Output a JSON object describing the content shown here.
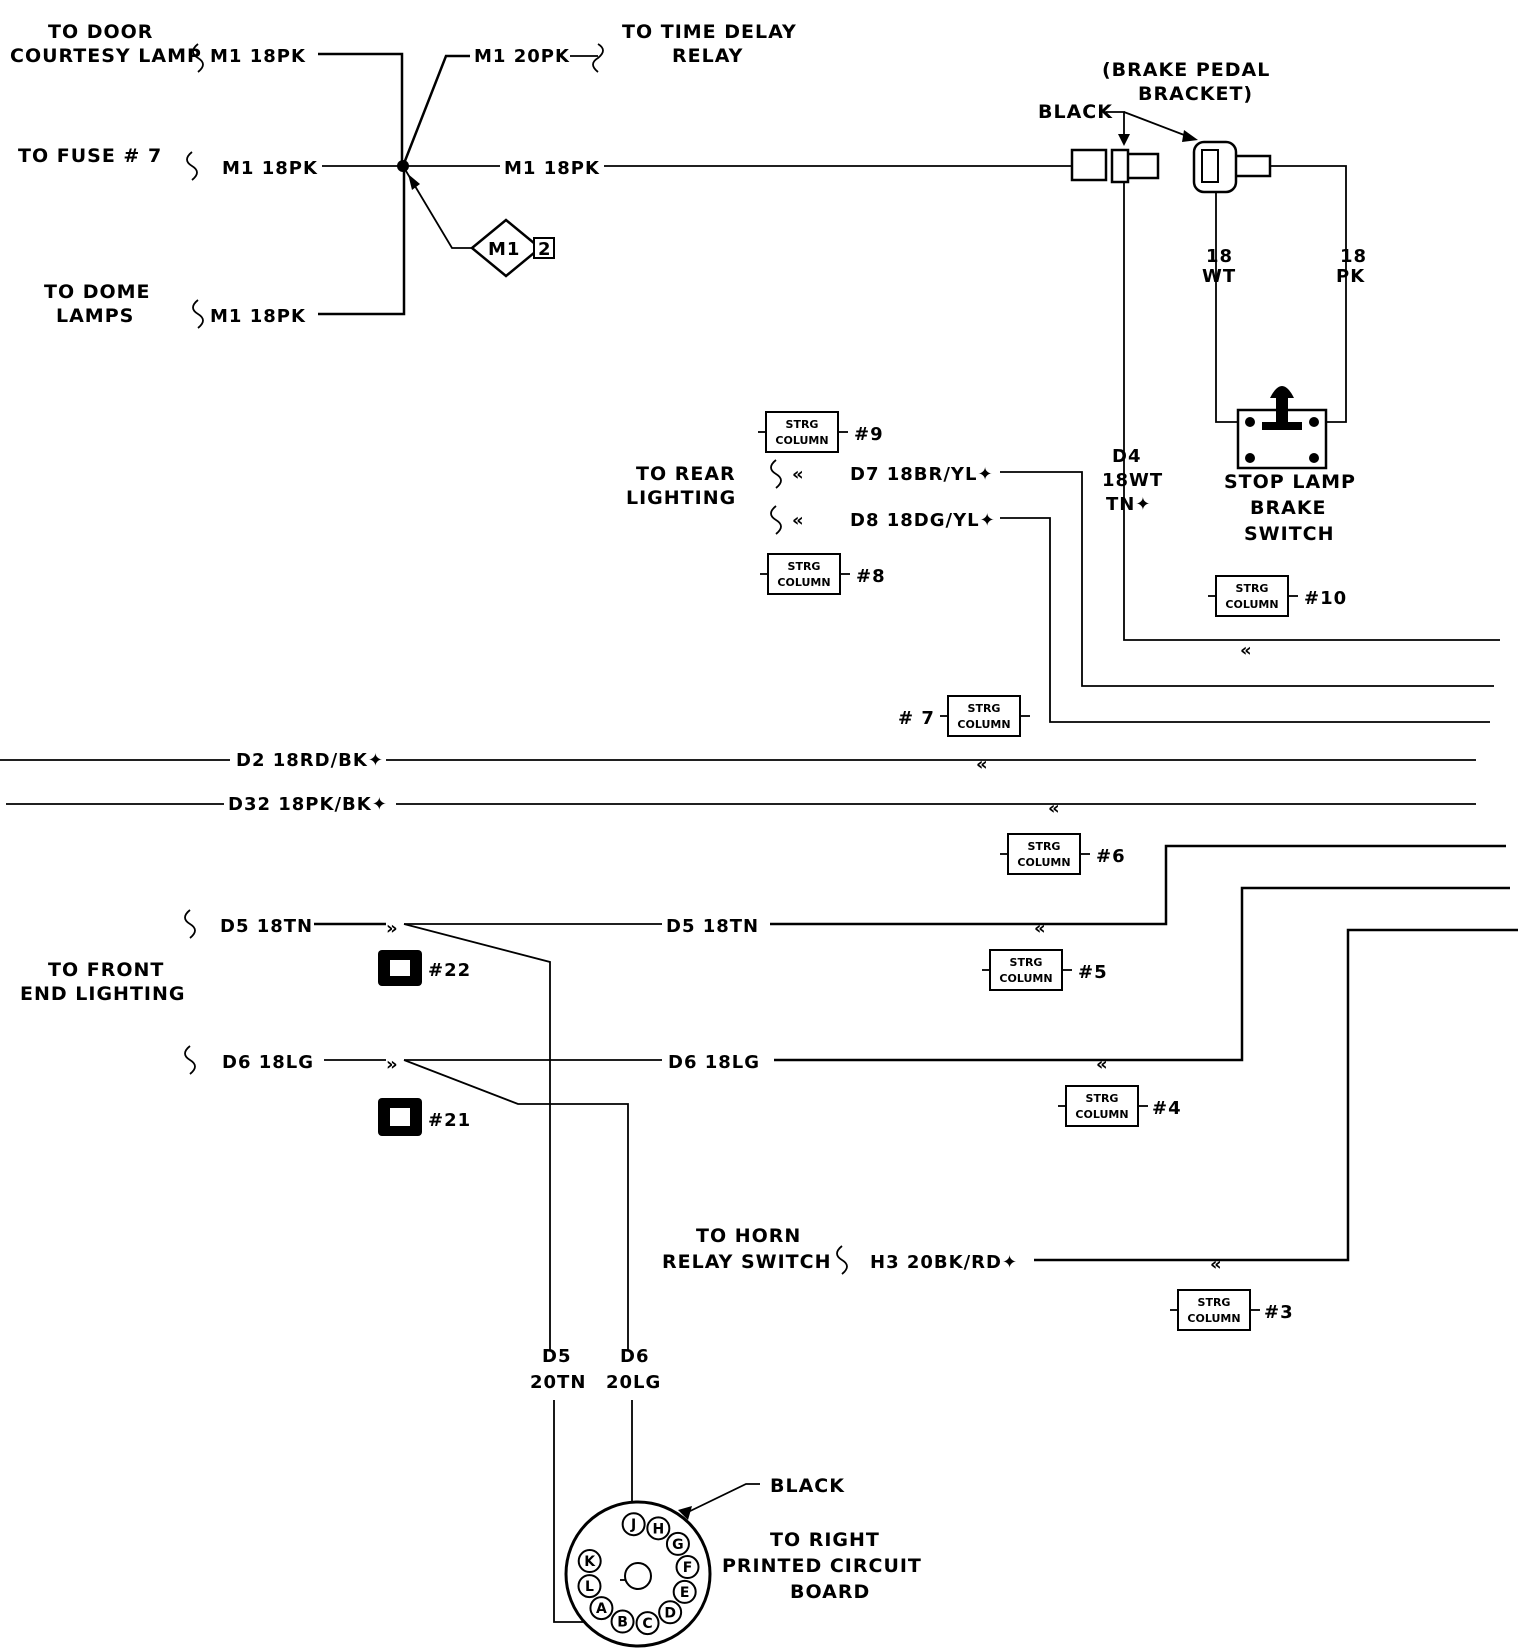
{
  "labels": {
    "door_courtesy": [
      "TO DOOR",
      "COURTESY LAMP"
    ],
    "time_delay": [
      "TO TIME DELAY",
      "RELAY"
    ],
    "fuse7": "TO FUSE # 7",
    "dome": [
      "TO DOME",
      "LAMPS"
    ],
    "brake_pedal": [
      "(BRAKE PEDAL",
      "BRACKET)"
    ],
    "black_top": "BLACK",
    "stop_lamp": [
      "STOP LAMP",
      "BRAKE",
      "SWITCH"
    ],
    "rear_lighting": [
      "TO REAR",
      "LIGHTING"
    ],
    "front_end": [
      "TO FRONT",
      "END LIGHTING"
    ],
    "horn_relay": [
      "TO HORN",
      "RELAY SWITCH"
    ],
    "black_bottom": "BLACK",
    "printed_circuit": [
      "TO RIGHT",
      "PRINTED CIRCUIT",
      "BOARD"
    ]
  },
  "wires": {
    "m1_door": "M1  18PK",
    "m1_relay": "M1  20PK",
    "m1_fuse": "M1  18PK",
    "m1_main": "M1  18PK",
    "m1_dome": "M1  18PK",
    "splice": "M1",
    "splice_num": "2",
    "wt18": [
      "18",
      "WT"
    ],
    "pk18": [
      "18",
      "PK"
    ],
    "d4": [
      "D4",
      "18WT",
      "TN✦"
    ],
    "d7": "D7  18BR/YL✦",
    "d8": "D8  18DG/YL✦",
    "d2": "D2  18RD/BK✦",
    "d32": "D32  18PK/BK✦",
    "d5_left": "D5  18TN",
    "d5_mid": "D5  18TN",
    "d6_left": "D6  18LG",
    "d6_mid": "D6  18LG",
    "h3": "H3  20BK/RD✦",
    "d5_down": [
      "D5",
      "20TN"
    ],
    "d6_down": [
      "D6",
      "20LG"
    ]
  },
  "strg": {
    "line1": "STRG",
    "line2": "COLUMN"
  },
  "connectors": {
    "c9": "#9",
    "c8": "#8",
    "c10": "#10",
    "c7": "# 7",
    "c6": "#6",
    "c5": "#5",
    "c4": "#4",
    "c3": "#3",
    "c22": "#22",
    "c21": "#21"
  },
  "pins": [
    "J",
    "H",
    "G",
    "F",
    "E",
    "D",
    "C",
    "B",
    "A",
    "L",
    "K"
  ]
}
